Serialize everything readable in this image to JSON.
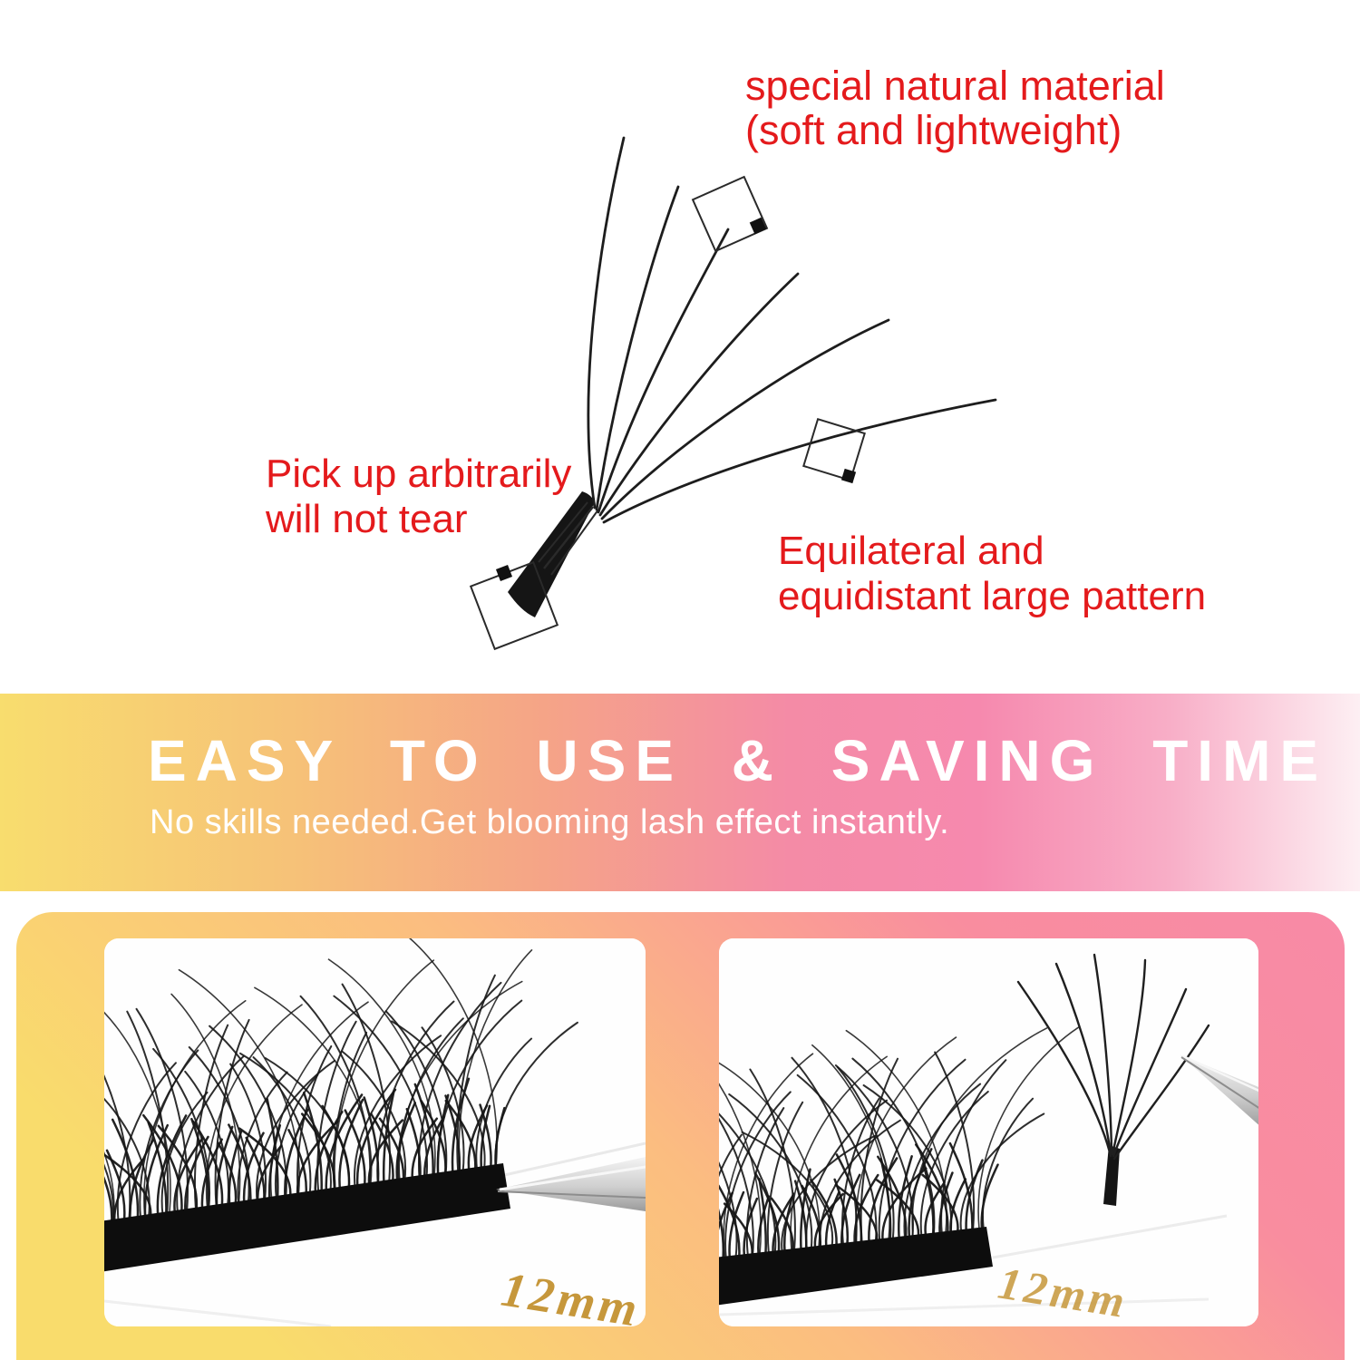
{
  "diagram": {
    "callout_top": {
      "line1": "special natural material",
      "line2": "(soft and lightweight)"
    },
    "callout_left": {
      "line1": "Pick up arbitrarily",
      "line2": "will not tear"
    },
    "callout_right": {
      "line1": "Equilateral and",
      "line2": "equidistant large pattern"
    },
    "text_color": "#e41a1c"
  },
  "banner": {
    "title": "EASY TO USE & SAVING TIME",
    "subtitle": "No skills needed.Get blooming lash effect instantly.",
    "text_color": "#ffffff",
    "gradient": [
      "#f8dd6e",
      "#f5a487",
      "#f48ba6",
      "#fdeff3"
    ]
  },
  "gallery": {
    "panel_gradient": [
      "#f9dc6c",
      "#fbbd80",
      "#f88aa6"
    ],
    "label_color": "#c6973b",
    "photo_left": {
      "size_label": "12mm"
    },
    "photo_right": {
      "size_label": "12mm"
    }
  }
}
